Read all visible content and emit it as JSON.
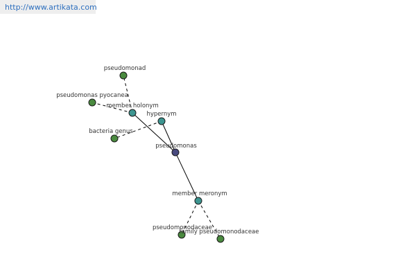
{
  "watermark": {
    "url": "http://www.artikata.com"
  },
  "colors": {
    "leaf": "#4a8a3f",
    "relation": "#3d9590",
    "center": "#48497e",
    "edge": "#000000"
  },
  "center": {
    "label": "pseudomonas"
  },
  "relations": {
    "member_holonym": {
      "label": "member holonym"
    },
    "hypernym": {
      "label": "hypernym"
    },
    "member_meronym": {
      "label": "member meronym"
    }
  },
  "leaves": {
    "pseudomonad": {
      "label": "pseudomonad"
    },
    "pseudomonas_pyocanea": {
      "label": "pseudomonas pyocanea"
    },
    "bacteria_genus": {
      "label": "bacteria genus"
    },
    "pseudomonodaceae": {
      "label": "pseudomonodaceae"
    },
    "family_pseudomonodaceae": {
      "label": "family pseudomonodaceae"
    }
  }
}
